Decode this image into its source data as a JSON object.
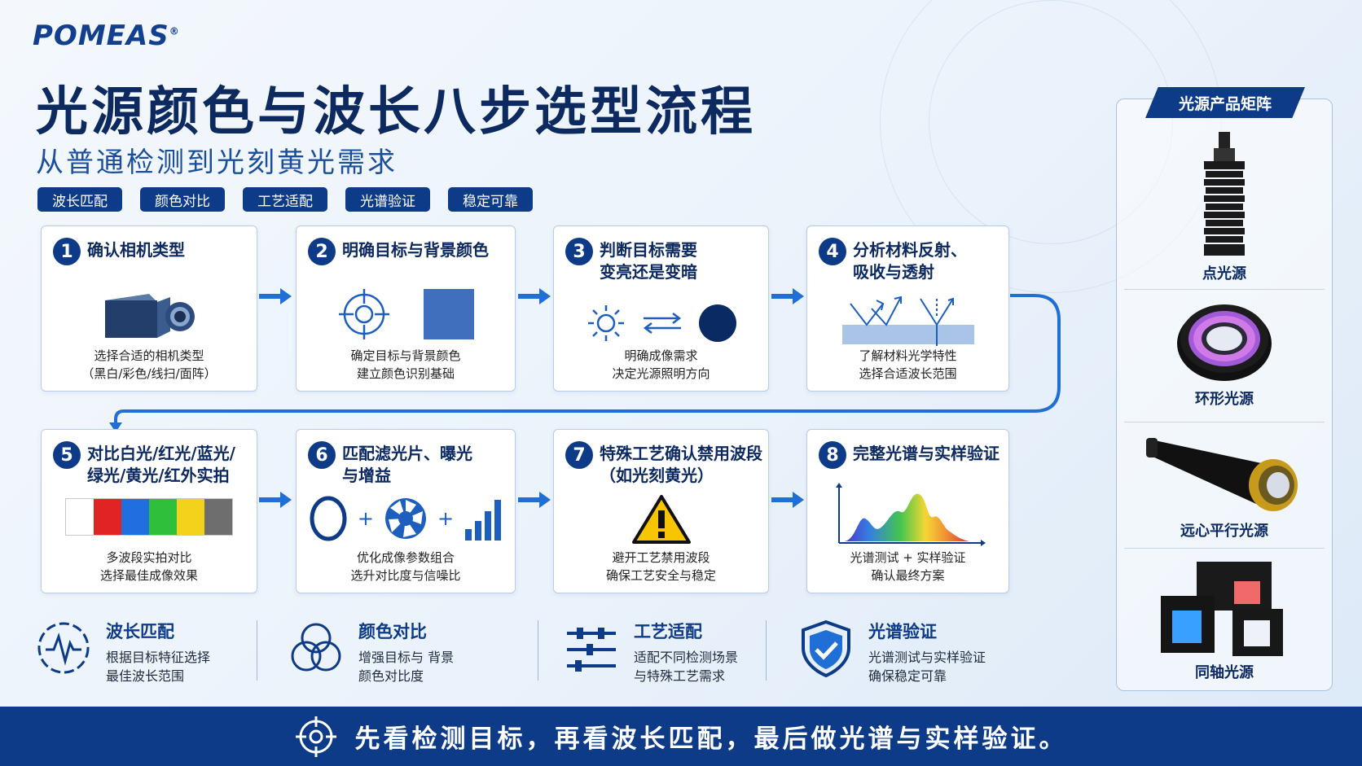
{
  "brand": {
    "logo": "POMEAS",
    "reg": "®"
  },
  "title": "光源颜色与波长八步选型流程",
  "subtitle": "从普通检测到光刻黄光需求",
  "tags": [
    "波长匹配",
    "颜色对比",
    "工艺适配",
    "光谱验证",
    "稳定可靠"
  ],
  "steps": [
    {
      "num": "1",
      "title": "确认相机类型",
      "desc": "选择合适的相机类型\n（黑白/彩色/线扫/面阵）"
    },
    {
      "num": "2",
      "title": "明确目标与背景颜色",
      "desc": "确定目标与背景颜色\n建立颜色识别基础"
    },
    {
      "num": "3",
      "title": "判断目标需要\n变亮还是变暗",
      "desc": "明确成像需求\n决定光源照明方向"
    },
    {
      "num": "4",
      "title": "分析材料反射、\n吸收与透射",
      "desc": "了解材料光学特性\n选择合适波长范围"
    },
    {
      "num": "5",
      "title": "对比白光/红光/蓝光/\n绿光/黄光/红外实拍",
      "desc": "多波段实拍对比\n选择最佳成像效果"
    },
    {
      "num": "6",
      "title": "匹配滤光片、曝光\n与增益",
      "desc": "优化成像参数组合\n选升对比度与信噪比"
    },
    {
      "num": "7",
      "title": "特殊工艺确认禁用波段\n（如光刻黄光）",
      "desc": "避开工艺禁用波段\n确保工艺安全与稳定"
    },
    {
      "num": "8",
      "title": "完整光谱与实样验证",
      "desc": "光谱测试 + 实样验证\n确认最终方案"
    }
  ],
  "features": [
    {
      "title": "波长匹配",
      "desc": "根据目标特征选择\n最佳波长范围"
    },
    {
      "title": "颜色对比",
      "desc": "增强目标与 背景\n颜色对比度"
    },
    {
      "title": "工艺适配",
      "desc": "适配不同检测场景\n与特殊工艺需求"
    },
    {
      "title": "光谱验证",
      "desc": "光谱测试与实样验证\n确保稳定可靠"
    }
  ],
  "footer": "先看检测目标，再看波长匹配，最后做光谱与实样验证。",
  "matrix": {
    "title": "光源产品矩阵",
    "products": [
      "点光源",
      "环形光源",
      "远心平行光源",
      "同轴光源"
    ]
  },
  "colors": {
    "primary": "#0d3b87",
    "accent": "#1f6fd6",
    "swatches": [
      "#ffffff",
      "#e02424",
      "#1f6fe0",
      "#2fbf3a",
      "#f3d21c",
      "#6e6e6e"
    ]
  }
}
